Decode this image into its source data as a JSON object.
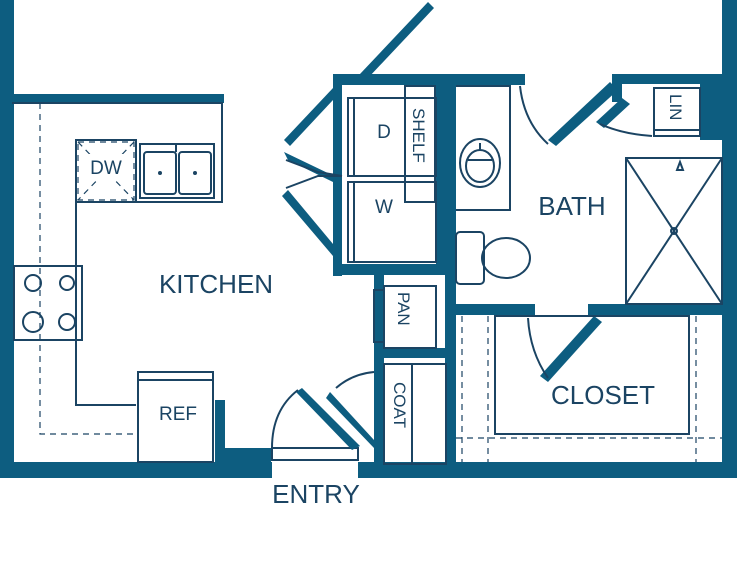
{
  "rooms": {
    "kitchen": "KITCHEN",
    "bath": "BATH",
    "closet": "CLOSET",
    "entry": "ENTRY",
    "coat": "COAT",
    "pantry": "PAN",
    "shelf": "SHELF",
    "linen": "LIN"
  },
  "fixtures": {
    "dishwasher": "DW",
    "refrigerator": "REF",
    "dryer": "D",
    "washer": "W"
  },
  "colors": {
    "wall": "#0d5d80",
    "line": "#1b4463",
    "background": "#ffffff"
  }
}
